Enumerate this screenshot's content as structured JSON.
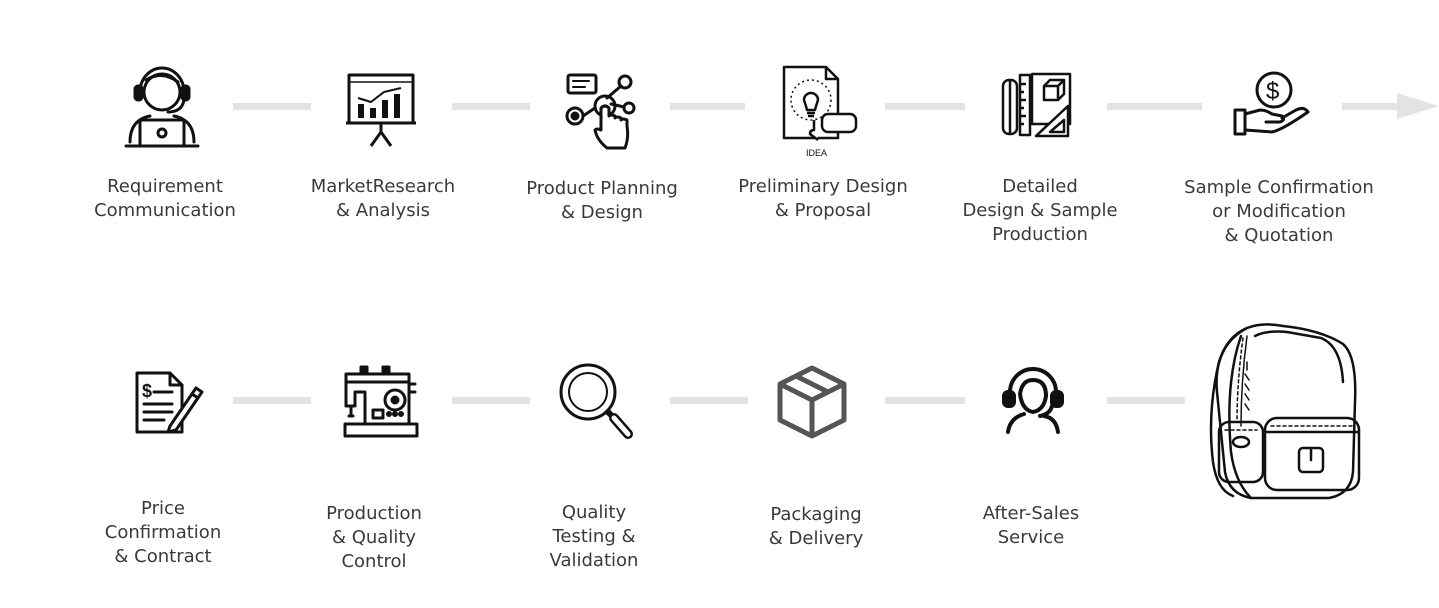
{
  "steps_row1": [
    {
      "label": "Requirement\nCommunication",
      "icon": "headset-laptop-icon"
    },
    {
      "label": "MarketResearch\n& Analysis",
      "icon": "presentation-chart-icon"
    },
    {
      "label": "Product Planning\n& Design",
      "icon": "touch-network-icon"
    },
    {
      "label": "Preliminary Design\n& Proposal",
      "icon": "idea-bulb-document-icon",
      "icon_caption": "IDEA"
    },
    {
      "label": "Detailed\nDesign & Sample\nProduction",
      "icon": "drafting-tools-icon"
    },
    {
      "label": "Sample Confirmation\nor Modification\n& Quotation",
      "icon": "dollar-hand-icon"
    }
  ],
  "steps_row2": [
    {
      "label": "Price\nConfirmation\n& Contract",
      "icon": "contract-pen-icon"
    },
    {
      "label": "Production\n& Quality\nControl",
      "icon": "sewing-machine-icon"
    },
    {
      "label": "Quality\nTesting &\nValidation",
      "icon": "magnifier-icon"
    },
    {
      "label": "Packaging\n& Delivery",
      "icon": "package-box-icon"
    },
    {
      "label": "After-Sales\nService",
      "icon": "support-agent-icon"
    }
  ],
  "final_product": {
    "icon": "backpack-illustration"
  }
}
